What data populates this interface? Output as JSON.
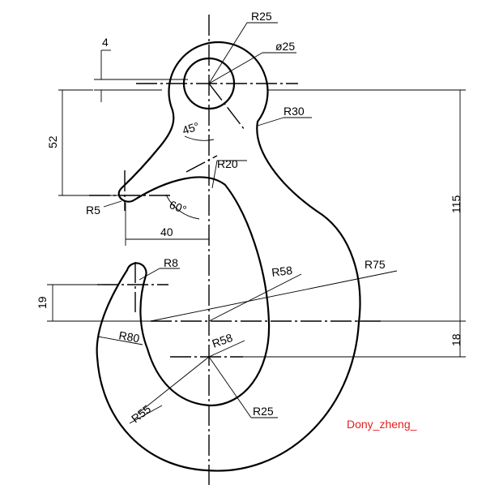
{
  "drawing": {
    "labels": {
      "r25_top": "R25",
      "dia25": "ø25",
      "dim4": "4",
      "r30": "R30",
      "dim52": "52",
      "angle45": "45°",
      "r20": "R20",
      "r5": "R5",
      "angle60": "60°",
      "dim40": "40",
      "dim115": "115",
      "r8": "R8",
      "r58_upper": "R58",
      "r75": "R75",
      "dim19": "19",
      "r80": "R80",
      "r58_lower": "R58",
      "dim18": "18",
      "r25_bottom": "R25",
      "r55": "R55"
    },
    "watermark": "Dony_zheng_",
    "colors": {
      "line": "#000000",
      "watermark": "#e5201d"
    }
  }
}
